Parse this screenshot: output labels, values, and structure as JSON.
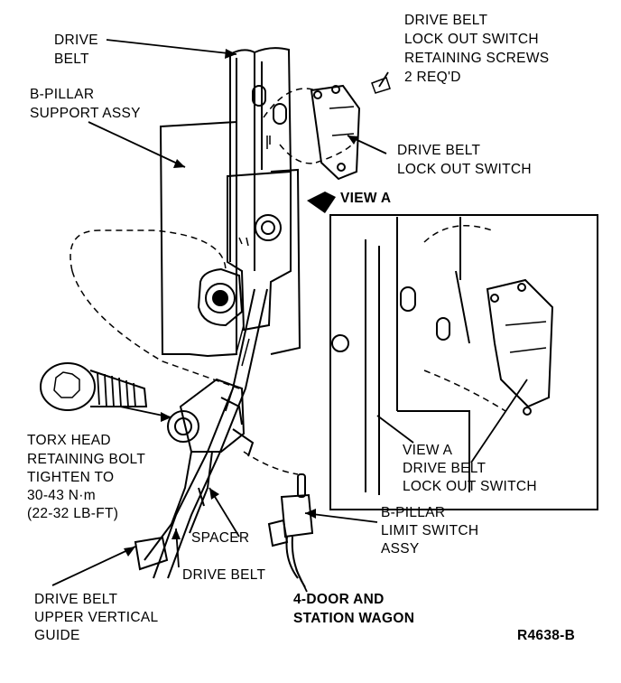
{
  "labels": {
    "drive_belt_top": [
      "DRIVE",
      "BELT"
    ],
    "lockout_screws": [
      "DRIVE BELT",
      "LOCK OUT SWITCH",
      "RETAINING SCREWS",
      "2 REQ'D"
    ],
    "b_pillar_support": [
      "B-PILLAR",
      "SUPPORT ASSY"
    ],
    "lockout_switch": [
      "DRIVE BELT",
      "LOCK OUT SWITCH"
    ],
    "view_a_marker": "VIEW A",
    "view_a_caption": [
      "VIEW A",
      "DRIVE BELT",
      "LOCK OUT SWITCH"
    ],
    "torx_bolt": [
      "TORX HEAD",
      "RETAINING BOLT",
      "TIGHTEN TO",
      "30-43 N·m",
      "(22-32 LB-FT)"
    ],
    "limit_switch": [
      "B-PILLAR",
      "LIMIT SWITCH",
      "ASSY"
    ],
    "spacer": "SPACER",
    "drive_belt_bottom": "DRIVE BELT",
    "upper_guide": [
      "DRIVE BELT",
      "UPPER VERTICAL",
      "GUIDE"
    ],
    "vehicle_note": [
      "4-DOOR AND",
      "STATION WAGON"
    ],
    "figure_code": "R4638-B"
  }
}
